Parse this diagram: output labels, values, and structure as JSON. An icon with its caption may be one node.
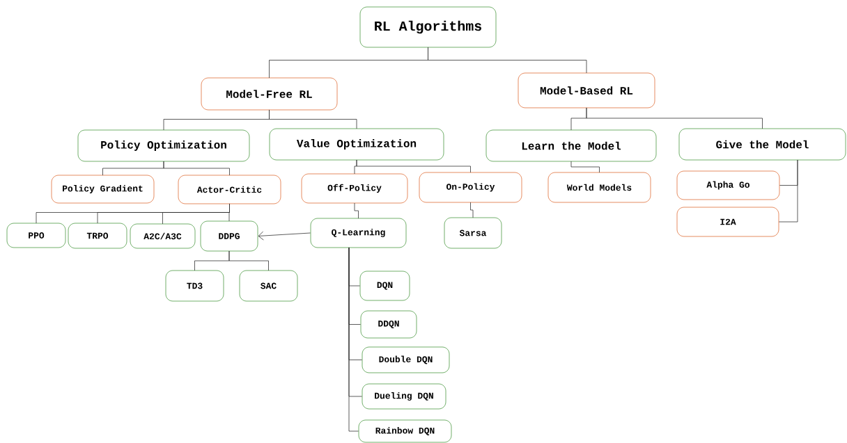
{
  "diagram": {
    "nodes": [
      {
        "text": [
          "RL Algorithms"
        ]
      },
      {
        "text": [
          "Model-Free RL"
        ]
      },
      {
        "text": [
          "Model-Based RL"
        ]
      },
      {
        "text": [
          "Policy Optimization"
        ]
      },
      {
        "text": [
          "Value Optimization"
        ]
      },
      {
        "text": [
          "Learn the Model"
        ]
      },
      {
        "text": [
          "Give the Model"
        ]
      },
      {
        "text": [
          "Policy Gradient"
        ]
      },
      {
        "text": [
          "Actor-Critic"
        ]
      },
      {
        "text": [
          "Off-Policy"
        ]
      },
      {
        "text": [
          "On-Policy"
        ]
      },
      {
        "text": [
          "World Models"
        ]
      },
      {
        "text": [
          "Alpha Go"
        ]
      },
      {
        "text": [
          "I2A"
        ]
      },
      {
        "text": [
          "PPO"
        ]
      },
      {
        "text": [
          "TRPO"
        ]
      },
      {
        "text": [
          "A2C/A3C"
        ]
      },
      {
        "text": [
          "DDPG"
        ]
      },
      {
        "text": [
          "Q-Learning"
        ]
      },
      {
        "text": [
          "Sarsa"
        ]
      },
      {
        "text": [
          "TD3"
        ]
      },
      {
        "text": [
          "SAC"
        ]
      },
      {
        "text": [
          "DQN"
        ]
      },
      {
        "text": [
          "DDQN"
        ]
      },
      {
        "text": [
          "Double DQN"
        ]
      },
      {
        "text": [
          "Dueling DQN"
        ]
      },
      {
        "text": [
          "Rainbow DQN"
        ]
      }
    ],
    "edges": [
      {
        "from": 0,
        "to": 1,
        "arrow": "none"
      },
      {
        "from": 0,
        "to": 2,
        "arrow": "none"
      },
      {
        "from": 1,
        "to": 3,
        "arrow": "none"
      },
      {
        "from": 1,
        "to": 4,
        "arrow": "none"
      },
      {
        "from": 2,
        "to": 5,
        "arrow": "none"
      },
      {
        "from": 2,
        "to": 6,
        "arrow": "none"
      },
      {
        "from": 3,
        "to": 7,
        "arrow": "none"
      },
      {
        "from": 3,
        "to": 8,
        "arrow": "none"
      },
      {
        "from": 4,
        "to": 9,
        "arrow": "none"
      },
      {
        "from": 4,
        "to": 10,
        "arrow": "none"
      },
      {
        "from": 5,
        "to": 11,
        "arrow": "none"
      },
      {
        "from": 6,
        "to": 12,
        "arrow": "none"
      },
      {
        "from": 6,
        "to": 13,
        "arrow": "none"
      },
      {
        "from": 8,
        "to": 14,
        "arrow": "none"
      },
      {
        "from": 8,
        "to": 15,
        "arrow": "none"
      },
      {
        "from": 8,
        "to": 16,
        "arrow": "none"
      },
      {
        "from": 8,
        "to": 17,
        "arrow": "none"
      },
      {
        "from": 9,
        "to": 18,
        "arrow": "none"
      },
      {
        "from": 10,
        "to": 19,
        "arrow": "none"
      },
      {
        "from": 17,
        "to": 20,
        "arrow": "none"
      },
      {
        "from": 17,
        "to": 21,
        "arrow": "none"
      },
      {
        "from": 18,
        "to": 17,
        "arrow": "to"
      },
      {
        "from": 18,
        "to": 22,
        "arrow": "none"
      },
      {
        "from": 18,
        "to": 23,
        "arrow": "none"
      },
      {
        "from": 18,
        "to": 24,
        "arrow": "none"
      },
      {
        "from": 18,
        "to": 25,
        "arrow": "none"
      },
      {
        "from": 18,
        "to": 26,
        "arrow": "none"
      }
    ]
  }
}
